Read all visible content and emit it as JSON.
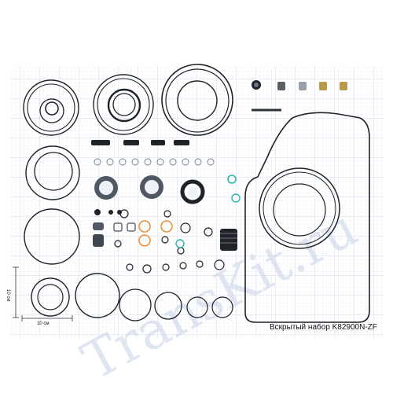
{
  "caption": "Вскрытый набор K82900N-ZF",
  "scale_h": "10 см",
  "scale_v": "10 см",
  "watermark": "TransKit.ru",
  "colors": {
    "background": "#ffffff",
    "grid_minor": "#e6ecf6",
    "grid_major": "#c9d4e8",
    "seal_black": "#1f2328",
    "seal_grey": "#4f5864",
    "seal_orange": "#e8913c",
    "seal_teal": "#2fb5a8",
    "brass": "#b89a4a",
    "watermark": "#c7d2e6"
  }
}
